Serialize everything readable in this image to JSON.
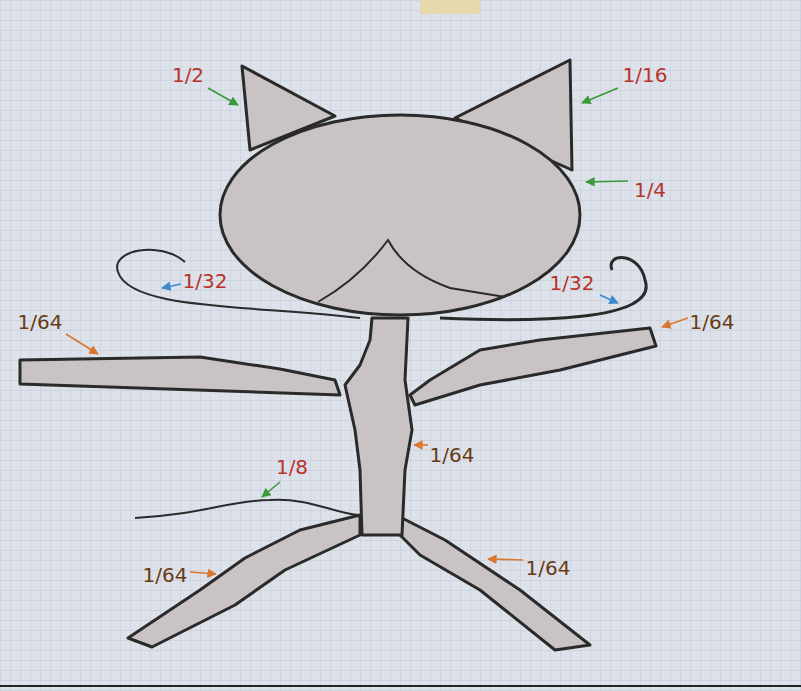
{
  "diagram": {
    "labels": [
      "1/2",
      "1/16",
      "1/4",
      "1/32",
      "1/32",
      "1/64",
      "1/64",
      "1/64",
      "1/8",
      "1/64",
      "1/64"
    ]
  }
}
